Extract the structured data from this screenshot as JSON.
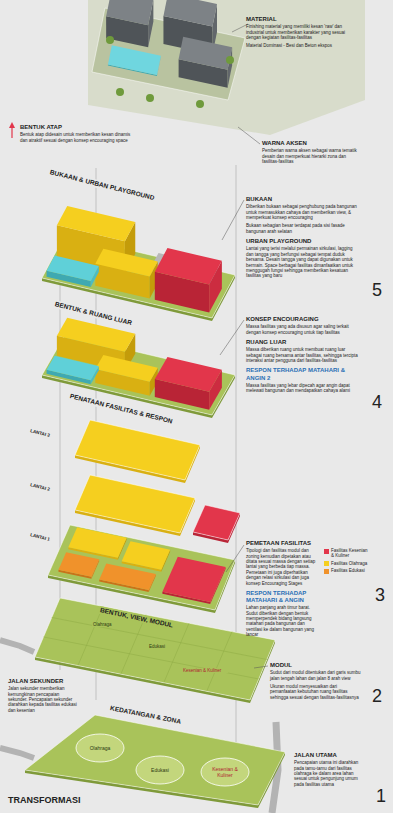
{
  "diagram": {
    "nodes": [
      {
        "text": [
          "Olahraga"
        ]
      },
      {
        "text": [
          "Edukasi"
        ]
      },
      {
        "text": [
          "Kesenian & Kuliner"
        ]
      }
    ],
    "labels": [
      "MATERIAL",
      "Finishing material yang memiliki kesan 'raw' dan industrial untuk memberikan karakter yang sesuai dengan kegiatan fasilitas-fasilitas",
      "Material Dominasi - Besi dan Beton ekspos",
      "BENTUK ATAP",
      "Bentuk atap didesain untuk memberikan kesan dinamis dan atraktif sesuai dengan konsep encouraging space",
      "WARNA AKSEN",
      "Pemberian warna aksen sebagai warna tematik desain dan memperkuat hierarki zona dan fasilitas-fasilitas",
      "BUKAAN & URBAN PLAYGROUND",
      "BUKAAN",
      "Diberikan bukaan sebagai penghubung pada bangunan untuk memasukkan cahaya dan memberikan view, & memperkuat konsep encouraging",
      "Bukaan sebagian besar terdapat pada sisi fasade bangunan arah selatan",
      "URBAN PLAYGROUND",
      "Lantai yang terisi melalui permainan sirkulasi, lagging dan tangga yang berfungsi sebagai tempat duduk bersama. Desain tangga yang dapat digunakan untuk bermain. Space berbagai fasilitas dimanfaatkan untuk menggugah fungsi sehingga memberikan kesatuan fasilitas yang baru",
      "5",
      "BENTUK & RUANG LUAR",
      "KONSEP ENCOURAGING",
      "Massa fasilitas yang ada disusun agar saling terkait dengan konsep encouraging untuk tiap fasilitas",
      "RUANG LUAR",
      "Massa diberikan ruang untuk membuat ruang luar sebagai ruang bersama antar fasilitas, sehingga tercipta interaksi antar pengguna dari fasilitas-fasilitas",
      "RESPON TERHADAP MATAHARI & ANGIN 2",
      "Massa fasilitas yang lebar dipecah agar angin dapat melewati bangunan dan mendapatkan cahaya alami",
      "4",
      "PENATAAN FASILITAS & RESPON",
      "LANTAI 3",
      "LANTAI 2",
      "LANTAI 1",
      "PEMETAAN FASILITAS",
      "Tipologi dan fasilitas modul dan zoning kemudian dipetakan atau ditata sesuai massa dengan setiap lantai yang berbeda tiap massa. Pemetaan ini juga diperhatikan dengan relasi sirkulasi dan juga konsep Encouraging Stages",
      "RESPON TERHADAP MATAHARI & ANGIN",
      "Lahan panjang arah timur barat. Sudut diberikan dengan bentuk memperpendek bidang langsung matahari pada bangunan dan ventilasi ke dalam bangunan yang lancar",
      "3",
      "BENTUK, VIEW, MODUL",
      "MODUL",
      "Sudut dari modul ditentukan dari garis sumbu jalan tengah lahan dan jalan 8 arah view",
      "Ukuran modul menyesuaikan dari pemanfaatan kebutuhan ruang fasilitas sehingga sesuai dengan fasilitas-fasilitasnya",
      "2",
      "KEDATANGAN & ZONA",
      "JALAN SEKUNDER",
      "Jalan sekunder memberikan kemungkinan pencapaian sekunder. Pencapaian sekunder diarahkan kepada fasilitas edukasi dan kesenian",
      "JALAN UTAMA",
      "Pencapaian utama ini diarahkan pada tamu-tamu dari fasilitas olahraga ke dalam area lahan sesuai untuk pengunjung umum pada fasilitas utama",
      "1",
      "TRANSFORMASI",
      "Olahraga",
      "Edukasi",
      "Kesenian & Kuliner"
    ],
    "legend": [
      {
        "text": "Fasilitas Kesenian & Kuliner",
        "color": "#e2364b"
      },
      {
        "text": "Fasilitas Olahraga",
        "color": "#f5cf1f"
      },
      {
        "text": "Fasilitas Edukasi",
        "color": "#f0922b"
      }
    ]
  }
}
